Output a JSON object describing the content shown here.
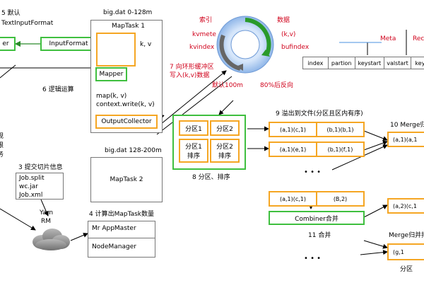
{
  "labels": {
    "step5": "5 默认",
    "textinput": "TextInputFormat",
    "inputformat": "InputFormat",
    "reader_cut": "er",
    "file0": "big.dat 0-128m",
    "maptask1": "MapTask 1",
    "kv_out": "k, v",
    "mapper": "Mapper",
    "step6": "6 逻辑运算",
    "map_kv": "map(k, v)",
    "context_write": "context.write(k, v)",
    "outputcollector": "OutputCollector",
    "step7a": "7 向环形缓冲区",
    "step7b": "写入(k,v)数据",
    "index_label": "索引",
    "data_label": "数据",
    "kvmete": "kvmete",
    "kv_pair": "(k,v)",
    "kvindex": "kvindex",
    "bufindex": "bufindex",
    "default100": "默认100m",
    "percent80": "80%后反向",
    "meta": "Meta",
    "record_cut": "Reco",
    "meta_cols": [
      "index",
      "partion",
      "keystart",
      "valstart",
      "key"
    ],
    "part1": "分区1",
    "part2": "分区2",
    "part1_sorted_a": "分区1",
    "part1_sorted_b": "排序",
    "part2_sorted_a": "分区2",
    "part2_sorted_b": "排序",
    "step8": "8 分区、排序",
    "step9": "9 溢出到文件(分区且区内有序)",
    "spill1_a": "(a,1)(c,1)",
    "spill1_b": "(b,1)(b,1)",
    "spill2_a": "(a,1)(e,1)",
    "spill2_b": "(b,1)(f,1)",
    "ellipsis": "• • •",
    "step10": "10 Merge归并",
    "merge_out1": "(a,1)(a,1",
    "comb_a": "(a,1)(c,1)",
    "comb_b": "(B,2)",
    "combiner": "Combiner合并",
    "merge_out2": "(a,2)(c,1",
    "step11": "11 合并",
    "merge_label2": "Merge归并排",
    "merge_out3": "(g,1",
    "partition_bottom": "分区",
    "left_cut_1": "规",
    "left_cut_2": "根",
    "left_cut_3": "务",
    "step3": "3 提交切片信息",
    "job_split": "Job.split",
    "wc_jar": "wc.jar",
    "job_xml": "Job.xml",
    "yarn": "Yarn",
    "rm": "RM",
    "file1": "big.dat 128-200m",
    "maptask2": "MapTask 2",
    "step4": "4 计算出MapTask数量",
    "appmaster": "Mr AppMaster",
    "nodemanager": "NodeManager"
  }
}
